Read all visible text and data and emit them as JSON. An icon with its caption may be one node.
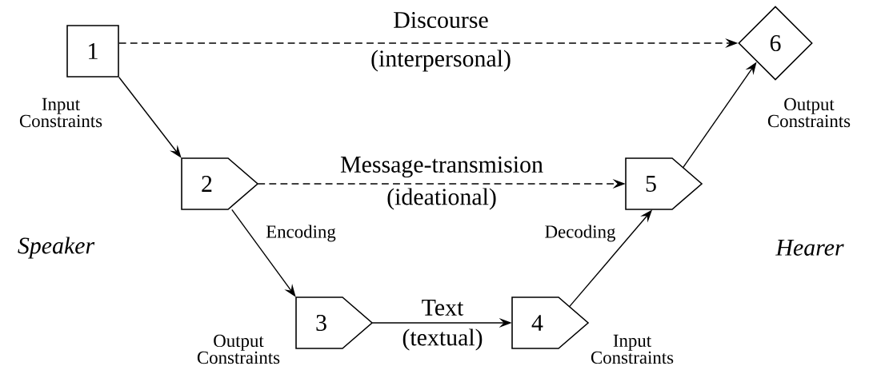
{
  "diagram": {
    "nodes": [
      {
        "text": [
          "1"
        ],
        "beside": [
          "Input Constraints"
        ]
      },
      {
        "text": [
          "2"
        ]
      },
      {
        "text": [
          "3"
        ],
        "beside": [
          "Output Constraints"
        ]
      },
      {
        "text": [
          "4"
        ],
        "beside": [
          "Input Constraints"
        ]
      },
      {
        "text": [
          "5"
        ]
      },
      {
        "text": [
          "6"
        ],
        "beside": [
          "Output Constraints"
        ]
      }
    ],
    "edges": [
      {
        "from": 0,
        "to": 5,
        "arrow": "to",
        "style": "dashed",
        "label": "Discourse"
      },
      {
        "from": 0,
        "to": 1,
        "arrow": "to"
      },
      {
        "from": 1,
        "to": 4,
        "arrow": "to",
        "style": "dashed",
        "label": "Message-transmision"
      },
      {
        "from": 1,
        "to": 2,
        "arrow": "to",
        "label": "Encoding"
      },
      {
        "from": 2,
        "to": 3,
        "arrow": "to",
        "label": "Text"
      },
      {
        "from": 3,
        "to": 4,
        "arrow": "to",
        "label": "Decoding"
      },
      {
        "from": 4,
        "to": 5,
        "arrow": "to"
      }
    ],
    "labels": [
      "(interpersonal)",
      "(ideational)",
      "(textual)",
      "Speaker",
      "Hearer"
    ]
  }
}
